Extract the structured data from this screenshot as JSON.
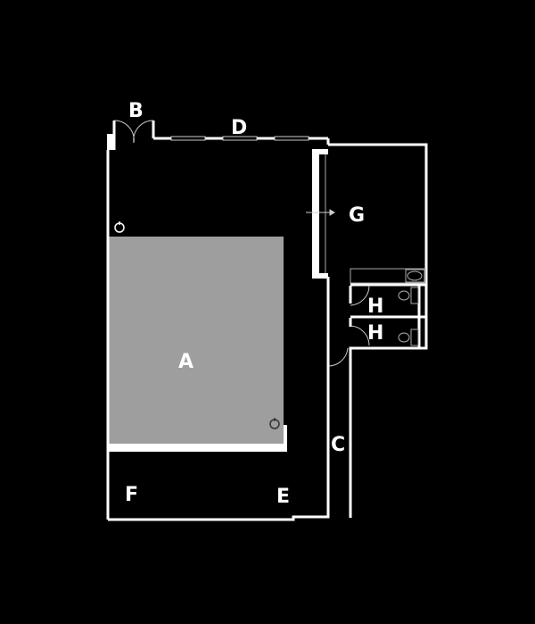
{
  "diagram": {
    "type": "floor-plan",
    "background": "#000000",
    "wall_color": "#ffffff",
    "stage_fill": "#9e9e9e",
    "labels": {
      "A": "A",
      "B": "B",
      "C": "C",
      "D": "D",
      "E": "E",
      "F": "F",
      "G": "G",
      "H1": "H",
      "H2": "H"
    }
  }
}
